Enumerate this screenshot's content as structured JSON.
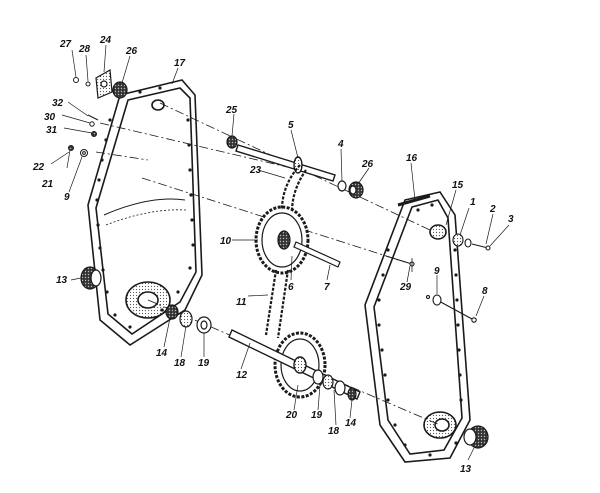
{
  "diagram": {
    "kind": "exploded-parts-view",
    "line_color": "#1a1a1a",
    "callouts": {
      "c1": "1",
      "c2": "2",
      "c3": "3",
      "c4": "4",
      "c5": "5",
      "c6": "6",
      "c7": "7",
      "c8": "8",
      "c9a": "9",
      "c9b": "9",
      "c10": "10",
      "c11": "11",
      "c12": "12",
      "c13a": "13",
      "c13b": "13",
      "c14a": "14",
      "c14b": "14",
      "c15": "15",
      "c16": "16",
      "c17": "17",
      "c18a": "18",
      "c18b": "18",
      "c19a": "19",
      "c19b": "19",
      "c20": "20",
      "c21": "21",
      "c22": "22",
      "c23": "23",
      "c24": "24",
      "c25": "25",
      "c26a": "26",
      "c26b": "26",
      "c27": "27",
      "c28": "28",
      "c29": "29",
      "c30": "30",
      "c31": "31",
      "c32": "32"
    }
  }
}
